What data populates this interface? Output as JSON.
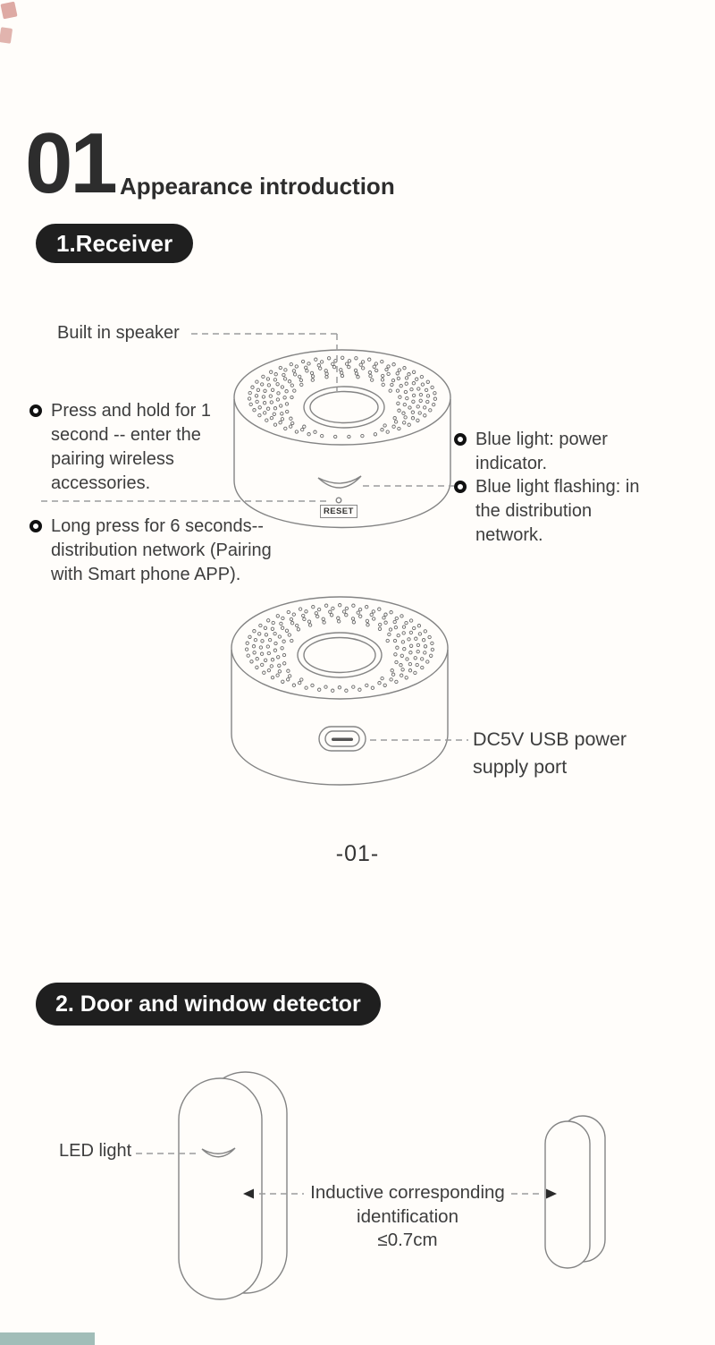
{
  "page": {
    "number": "-01-",
    "bg": "#fffdfa"
  },
  "decorations": {
    "red_watermark": "#b5453c",
    "teal_watermark": "#2f6f68",
    "line_color": "#848484",
    "dash_color": "#9c9c9c",
    "badge_bg": "#1f1f1f",
    "text_color": "#3d3d3d"
  },
  "header": {
    "number": "01",
    "title": "Appearance introduction"
  },
  "receiver": {
    "badge": "1.Receiver",
    "speaker_label": "Built in speaker",
    "reset_label": "RESET",
    "bullets_left": [
      {
        "text": "Press and hold for 1 second -- enter the pairing wireless accessories."
      },
      {
        "text": "Long press for 6 seconds-- distribution network (Pairing with Smart phone APP)."
      }
    ],
    "bullets_right": [
      {
        "text": "Blue light: power indicator."
      },
      {
        "text": "Blue light flashing: in the distribution network."
      }
    ],
    "usb_label": "DC5V USB power supply port"
  },
  "detector": {
    "badge": "2. Door and window detector",
    "led_label": "LED light",
    "inductive_label": {
      "line1": "Inductive corresponding",
      "line2": "identification",
      "line3": "≤0.7cm"
    }
  }
}
